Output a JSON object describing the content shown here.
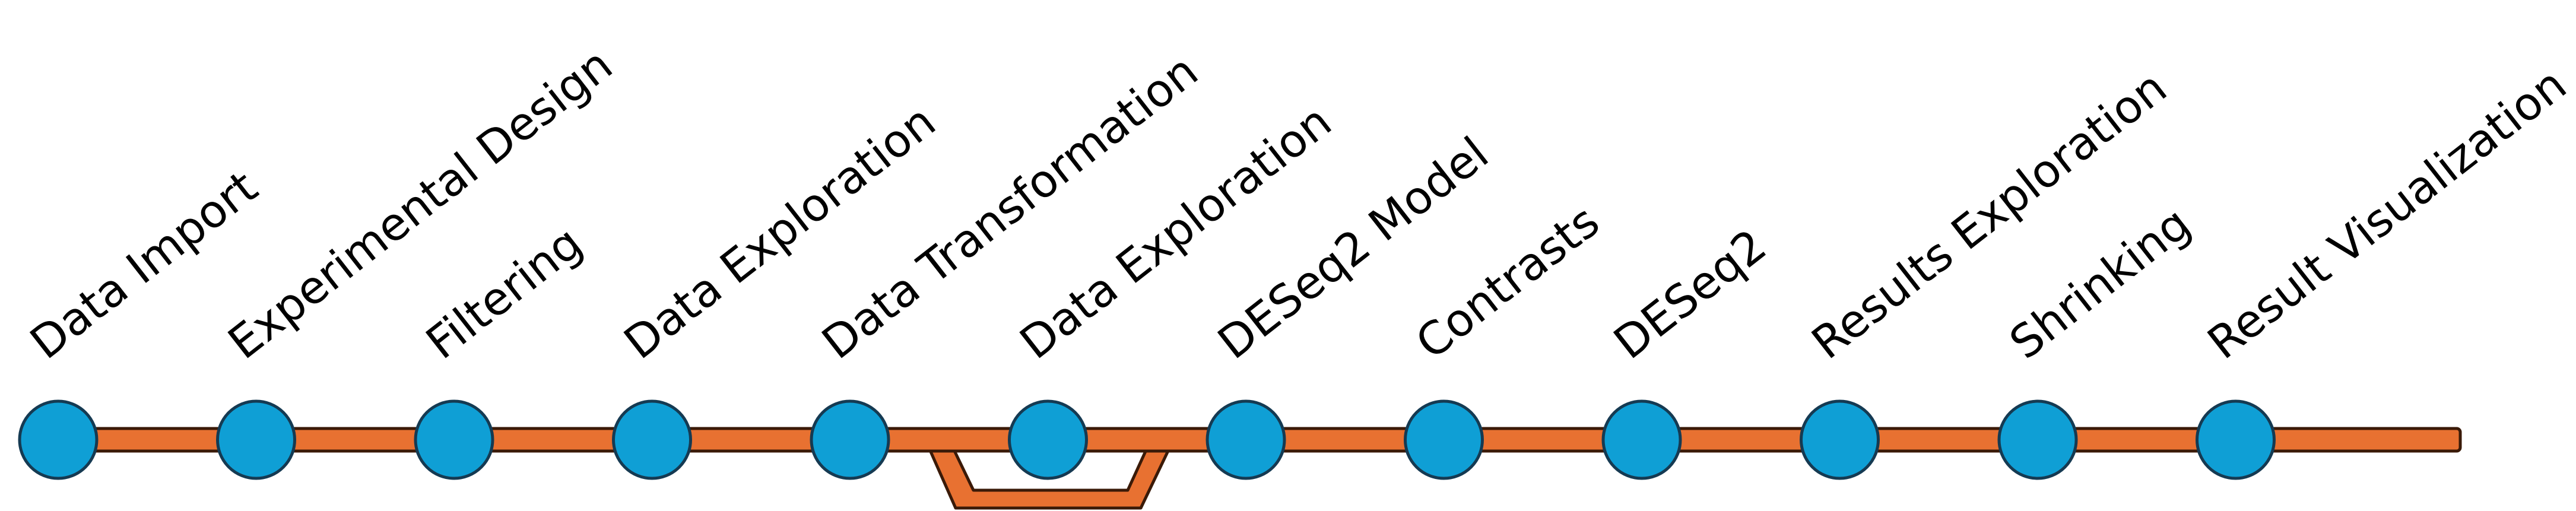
{
  "diagram": {
    "colors": {
      "track_fill": "#E87131",
      "track_stroke": "#3A1A08",
      "node_fill": "#0F9FD5",
      "node_stroke": "#153A52",
      "label_color": "#000000"
    },
    "steps": [
      {
        "label": "Data Import"
      },
      {
        "label": "Experimental Design"
      },
      {
        "label": "Filtering"
      },
      {
        "label": "Data Exploration"
      },
      {
        "label": "Data Transformation"
      },
      {
        "label": "Data Exploration"
      },
      {
        "label": "DESeq2 Model"
      },
      {
        "label": "Contrasts"
      },
      {
        "label": "DESeq2"
      },
      {
        "label": "Results Exploration"
      },
      {
        "label": "Shrinking"
      },
      {
        "label": "Result Visualization"
      }
    ],
    "optional_branch": {
      "bypasses_step": "Data Exploration"
    }
  }
}
